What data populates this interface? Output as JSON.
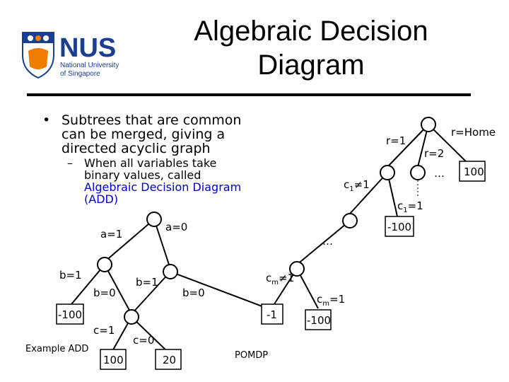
{
  "title_line1": "Algebraic Decision",
  "title_line2": "Diagram",
  "logo": {
    "name": "NUS",
    "line1": "National University",
    "line2": "of Singapore",
    "colors": {
      "blue": "#1b3f8f",
      "orange": "#ef7c00"
    }
  },
  "bullets": {
    "main_line1": "Subtrees that are common",
    "main_line2": "can be merged, giving a",
    "main_line3": "directed acyclic graph",
    "sub_line1": "When all variables take",
    "sub_line2": "binary values, called",
    "sub_line3": "Algebraic Decision Diagram",
    "sub_line4": "(ADD)"
  },
  "left_diagram": {
    "a0": "a=0",
    "a1": "a=1",
    "b1_left": "b=1",
    "b1_mid": "b=1",
    "b0_left": "b=0",
    "b0_right": "b=0",
    "leaf_neg100": "-100",
    "c1": "c=1",
    "c0": "c=0",
    "leaf_100": "100",
    "leaf_20": "20",
    "leaf_neg1": "-1",
    "caption": "Example ADD"
  },
  "right_diagram": {
    "r_home": "r=Home",
    "r1": "r=1",
    "r2": "r=2",
    "dots_r": "…",
    "leaf_100": "100",
    "c1_ne": "c",
    "c1_ne_sub": "1",
    "c1_ne_rest": "≠1",
    "c1_eq": "c",
    "c1_eq_sub": "1",
    "c1_eq_rest": "=1",
    "leaf_neg100_top": "-100",
    "dots_mid": "…",
    "cm_ne": "c",
    "cm_ne_sub": "m",
    "cm_ne_rest": "≠1",
    "cm_eq": "c",
    "cm_eq_sub": "m",
    "cm_eq_rest": "=1",
    "leaf_neg100_bottom": "-100",
    "caption": "POMDP"
  },
  "colors": {
    "node": "#ffffff",
    "stroke": "#000000",
    "link": "#0000cc"
  }
}
